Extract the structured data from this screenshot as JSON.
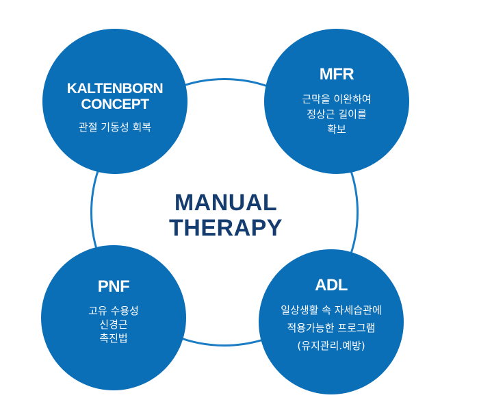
{
  "center": {
    "line1": "MANUAL",
    "line2": "THERAPY"
  },
  "nodes": {
    "kaltenborn": {
      "title_line1": "KALTENBORN",
      "title_line2": "CONCEPT",
      "desc_line1": "관절 기동성 회복"
    },
    "mfr": {
      "title": "MFR",
      "desc_line1": "근막을 이완하여",
      "desc_line2": "정상근 길이를",
      "desc_line3": "확보"
    },
    "pnf": {
      "title": "PNF",
      "desc_line1": "고유 수용성",
      "desc_line2": "신경근",
      "desc_line3": "촉진법"
    },
    "adl": {
      "title": "ADL",
      "desc_line1": "일상생활 속 자세습관에",
      "desc_line2": "적용가능한 프로그램",
      "desc_line3": "(유지관리.예방)"
    }
  },
  "colors": {
    "node_fill": "#0b6fb8",
    "ring_stroke": "#1a7cc4",
    "center_text": "#143c6e"
  }
}
